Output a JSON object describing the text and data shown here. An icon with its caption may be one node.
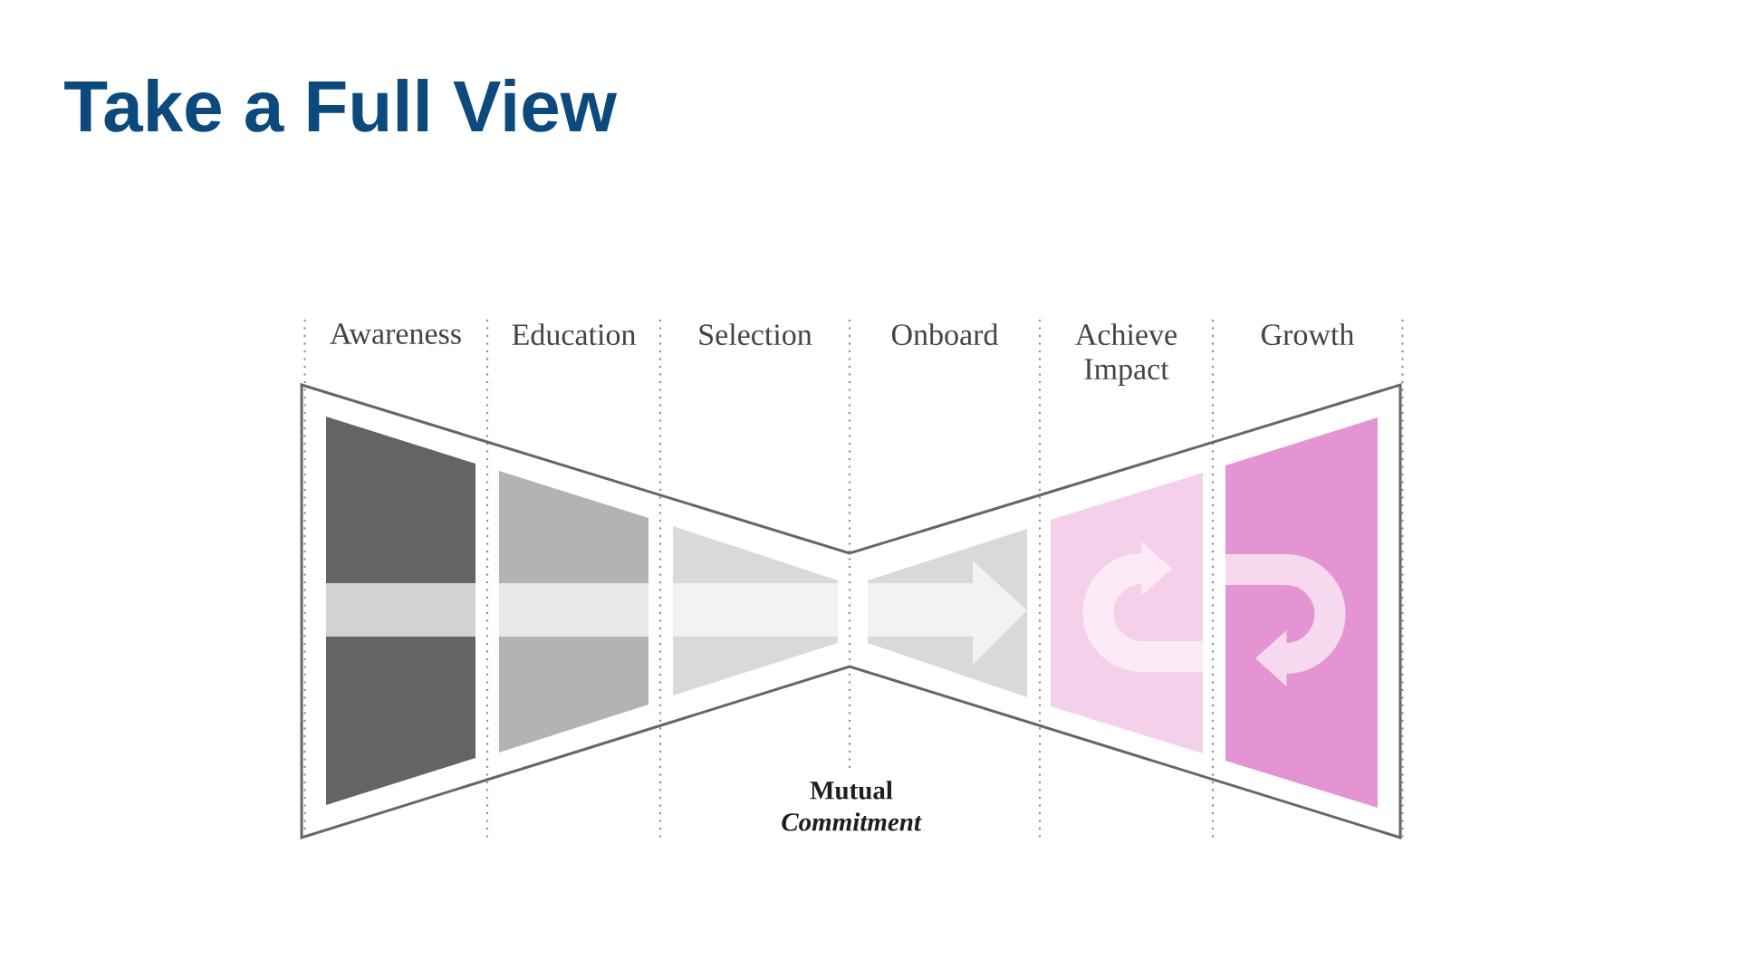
{
  "diagram": {
    "title": "Take a Full View",
    "nodes": [
      {
        "text": [],
        "shape": "trapezoid"
      },
      {
        "text": [],
        "shape": "trapezoid"
      },
      {
        "text": [],
        "shape": "trapezoid"
      },
      {
        "text": [],
        "shape": "trapezoid"
      },
      {
        "text": [],
        "shape": "trapezoid"
      },
      {
        "text": [],
        "shape": "trapezoid"
      }
    ],
    "labels": [
      "Awareness",
      "Education",
      "Selection",
      "Onboard",
      "Achieve Impact",
      "Growth",
      "Mutual *Commitment*"
    ]
  }
}
